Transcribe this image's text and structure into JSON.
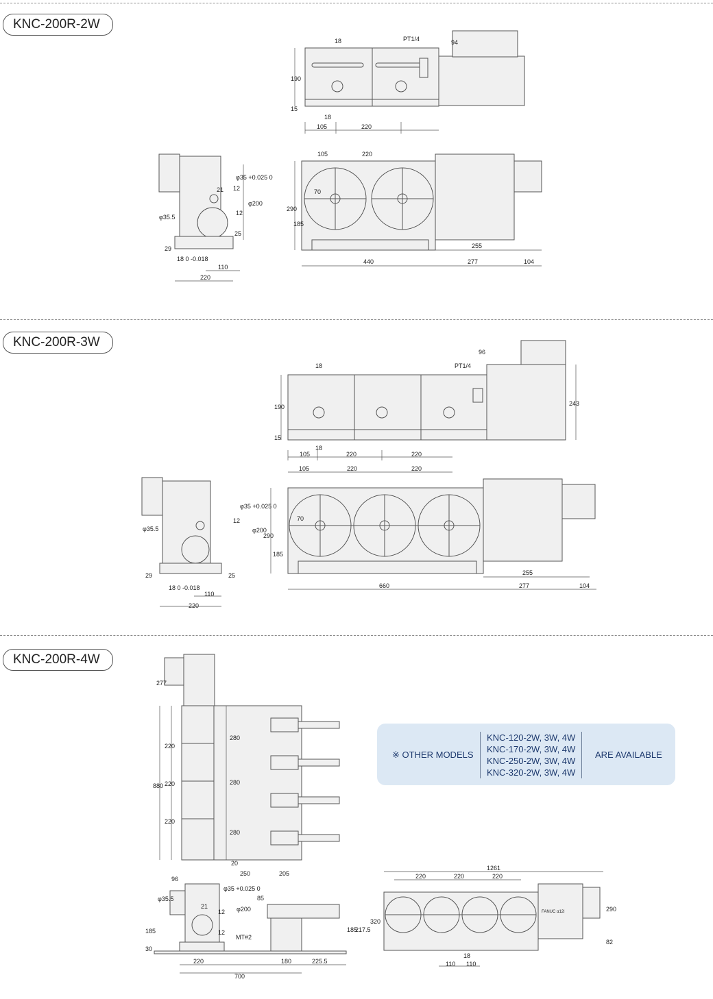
{
  "sections": [
    {
      "title": "KNC-200R-2W",
      "dims": {
        "top_view": [
          "18",
          "PT1/4",
          "94",
          "190",
          "15",
          "18",
          "105",
          "220"
        ],
        "side_view": [
          "12",
          "φ35 +0.025 0",
          "21",
          "φ200",
          "12",
          "φ35.5",
          "25",
          "29",
          "18 0 -0.018",
          "110",
          "220"
        ],
        "front_view": [
          "105",
          "220",
          "70",
          "290",
          "185",
          "255",
          "440",
          "277",
          "104"
        ]
      }
    },
    {
      "title": "KNC-200R-3W",
      "dims": {
        "top_view": [
          "96",
          "18",
          "PT1/4",
          "190",
          "243",
          "15",
          "18",
          "105",
          "220",
          "220"
        ],
        "side_view": [
          "φ35 +0.025 0",
          "12",
          "φ200",
          "φ35.5",
          "29",
          "25",
          "18 0 -0.018",
          "110",
          "220"
        ],
        "front_view": [
          "105",
          "220",
          "220",
          "70",
          "290",
          "185",
          "255",
          "660",
          "277",
          "104"
        ]
      }
    },
    {
      "title": "KNC-200R-4W",
      "dims": {
        "top_view": [
          "277",
          "880",
          "220",
          "220",
          "220",
          "280",
          "280",
          "280",
          "20",
          "250",
          "205"
        ],
        "side_view": [
          "96",
          "φ35.5",
          "21",
          "12",
          "φ35 +0.025 0",
          "φ200",
          "85",
          "185",
          "12",
          "MT#2",
          "185",
          "217.5",
          "30",
          "220",
          "180",
          "225.5",
          "700"
        ],
        "front_view": [
          "1261",
          "220",
          "220",
          "220",
          "320",
          "290",
          "FANUC α12i",
          "82",
          "18",
          "110",
          "110"
        ]
      }
    }
  ],
  "note": {
    "left": "※ OTHER MODELS",
    "models": [
      "KNC-120-2W, 3W, 4W",
      "KNC-170-2W, 3W, 4W",
      "KNC-250-2W, 3W, 4W",
      "KNC-320-2W, 3W, 4W"
    ],
    "right": "ARE AVAILABLE"
  },
  "colors": {
    "line": "#555555",
    "fill": "#f0f0f0",
    "note_bg": "#dce8f4",
    "note_text": "#1e3a6e"
  }
}
